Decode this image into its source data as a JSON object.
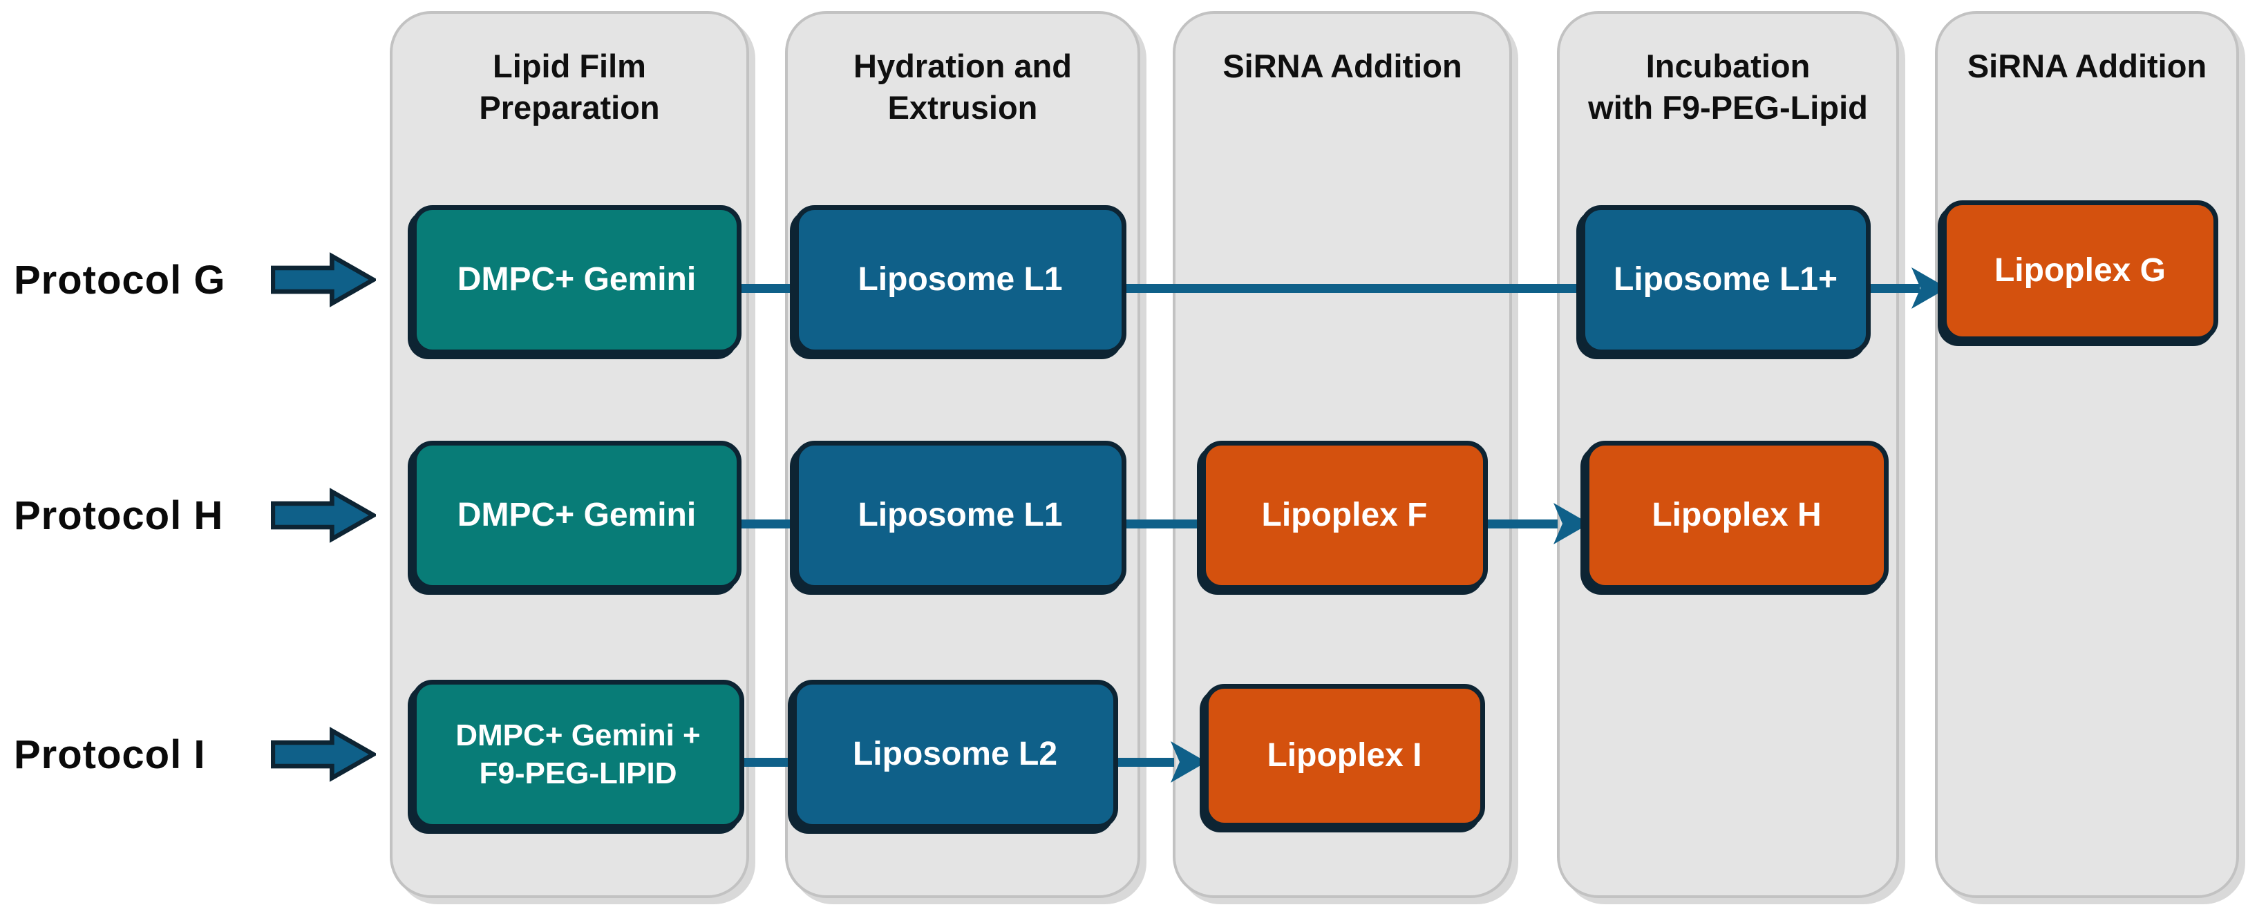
{
  "title": "Lipoplex preparation protocols flow diagram",
  "colors": {
    "teal": "#087c77",
    "blue": "#0f6089",
    "orange": "#d4510e",
    "outline": "#0d2433",
    "column-bg": "#e4e4e4",
    "column-border": "#c2c2c2",
    "connector": "#0f6089",
    "header-text": "#0f0f0f",
    "box-text": "#ffffff",
    "label-text": "#0a0a0a"
  },
  "columns": [
    {
      "header": "Lipid Film\nPreparation"
    },
    {
      "header": "Hydration and\nExtrusion"
    },
    {
      "header": "SiRNA Addition"
    },
    {
      "header": "Incubation\nwith F9-PEG-Lipid"
    },
    {
      "header": "SiRNA Addition"
    }
  ],
  "rows": [
    {
      "label": "Protocol G",
      "steps": {
        "lipid_film": "DMPC+ Gemini",
        "hydration": "Liposome L1",
        "incubation": "Liposome L1+",
        "sirna_addition_final": "Lipoplex G"
      }
    },
    {
      "label": "Protocol H",
      "steps": {
        "lipid_film": "DMPC+ Gemini",
        "hydration": "Liposome L1",
        "sirna_addition": "Lipoplex F",
        "incubation": "Lipoplex H"
      }
    },
    {
      "label": "Protocol I",
      "steps": {
        "lipid_film": "DMPC+ Gemini +\nF9-PEG-LIPID",
        "hydration": "Liposome L2",
        "sirna_addition": "Lipoplex I"
      }
    }
  ]
}
